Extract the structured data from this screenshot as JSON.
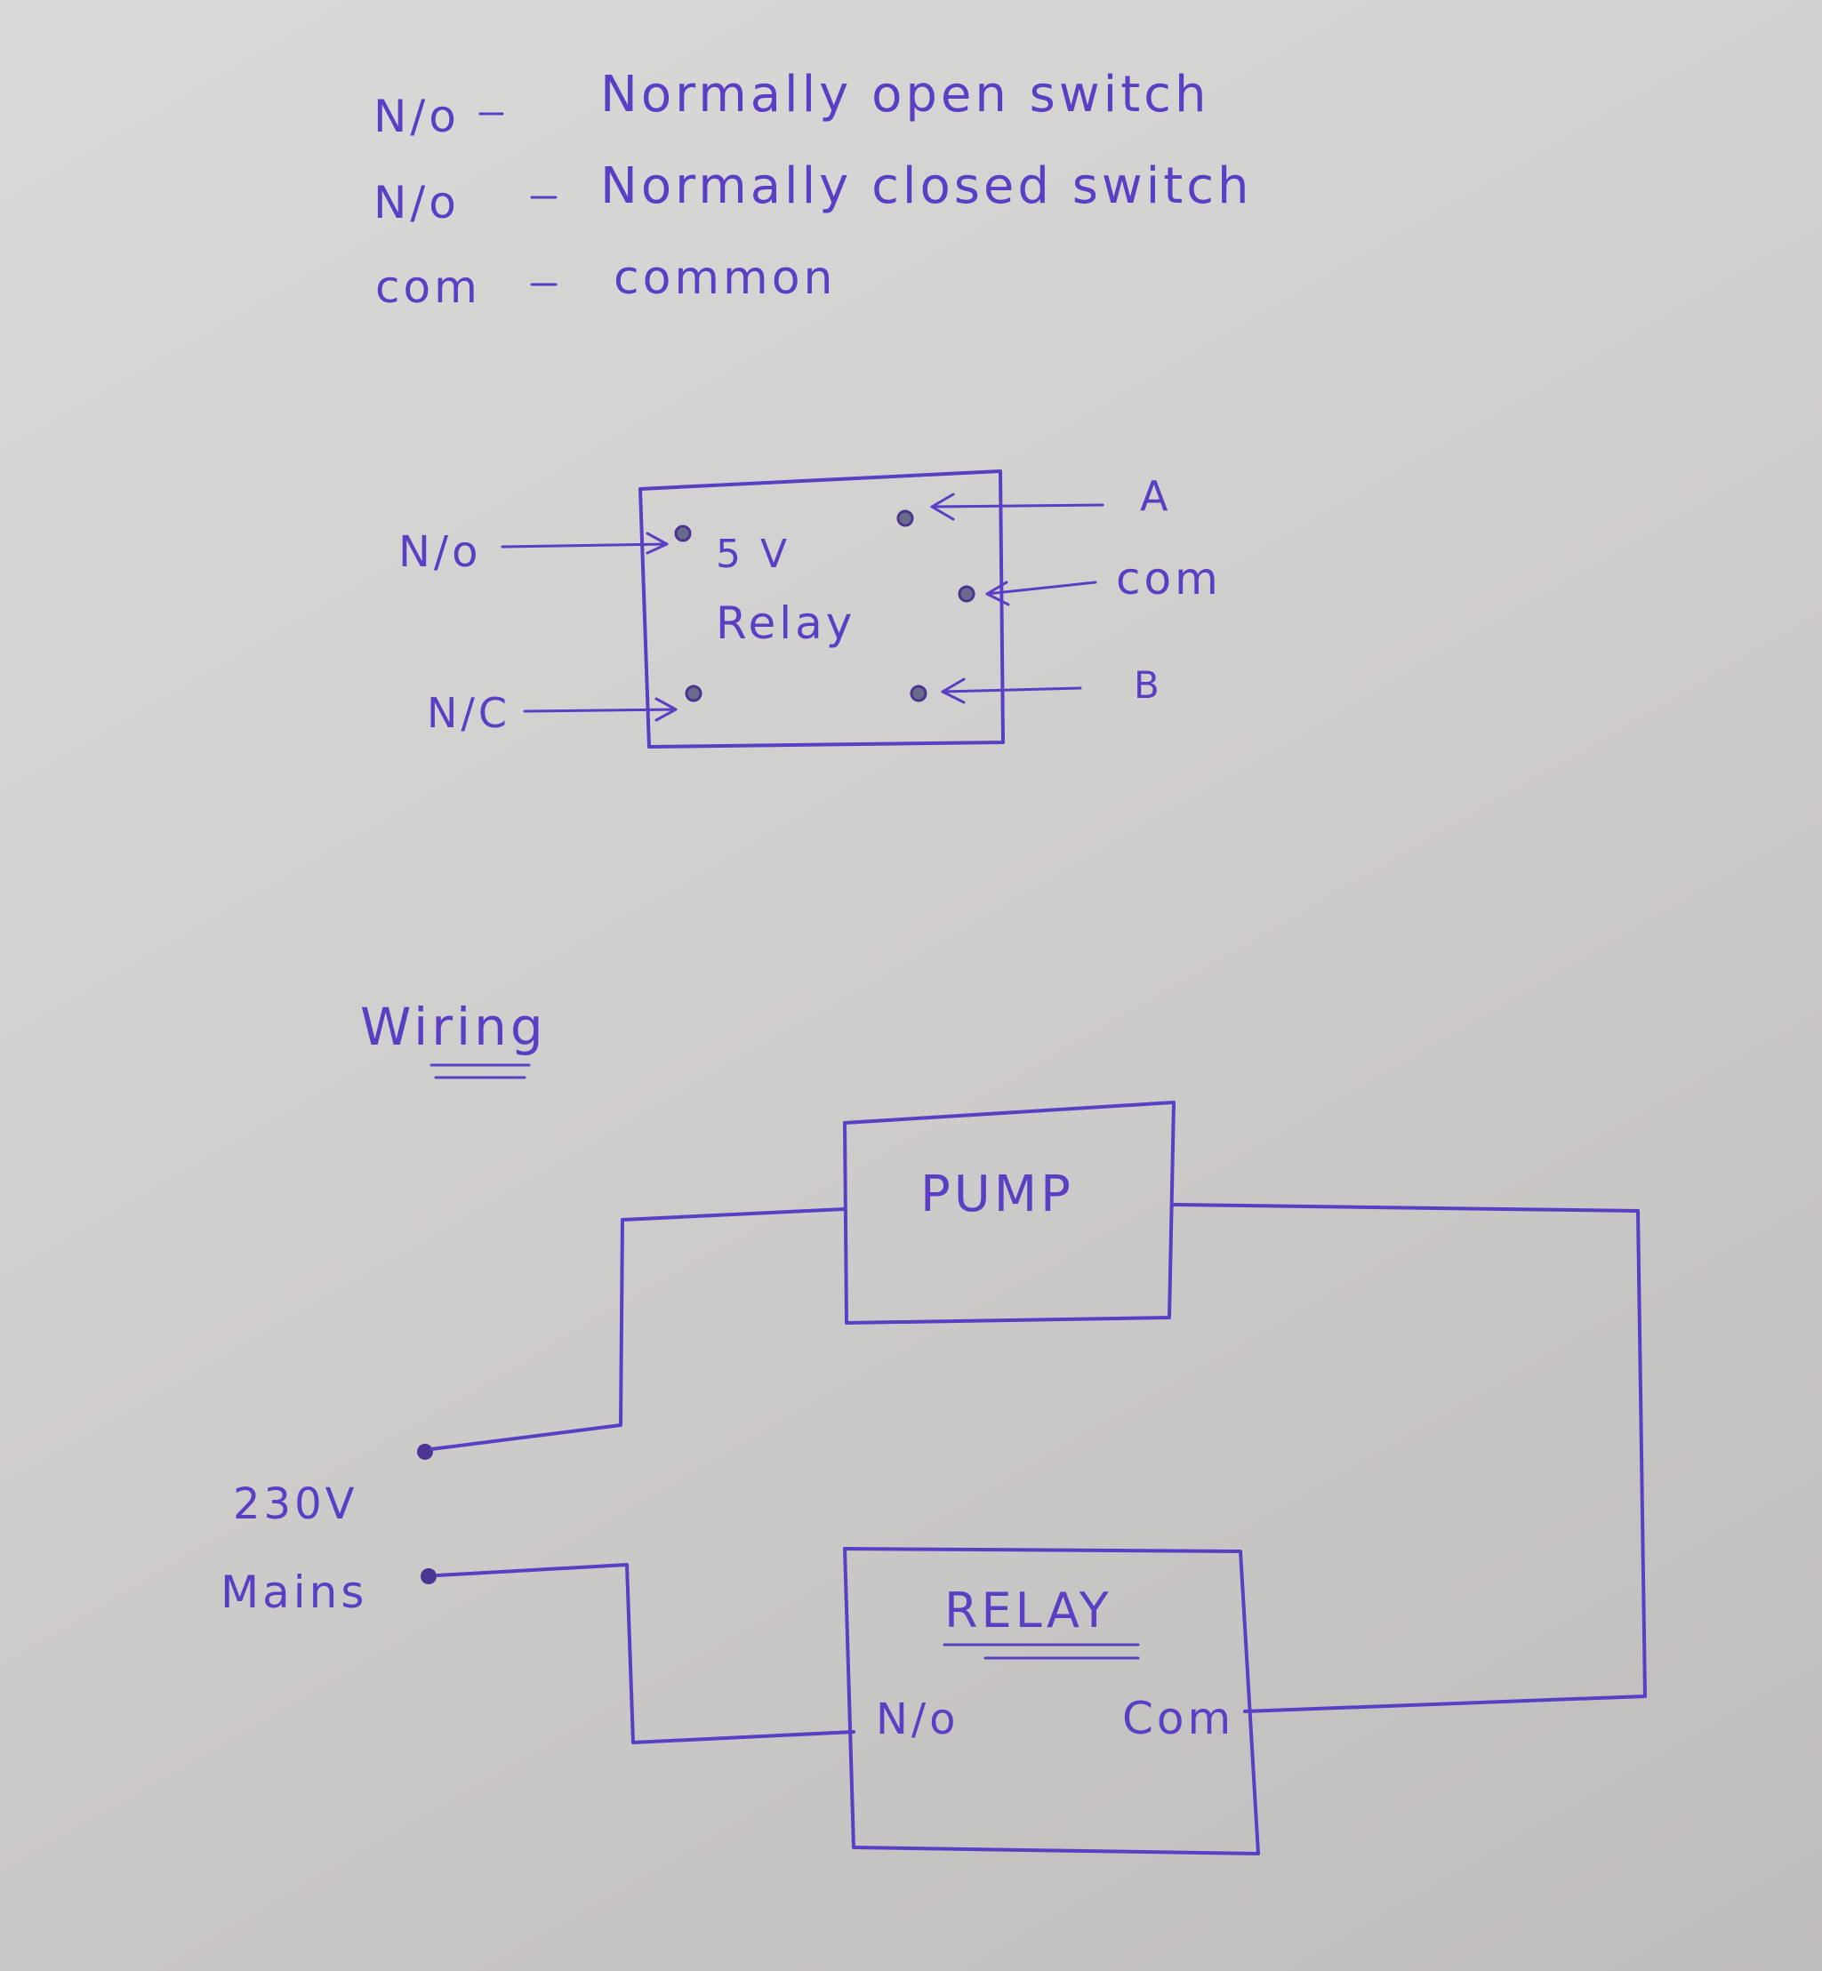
{
  "legend": {
    "no_abbr": "N/o",
    "no_desc": "Normally open switch",
    "nc_abbr": "N/o",
    "nc_desc": "Normally closed switch",
    "com_abbr": "com",
    "com_desc": "common"
  },
  "relay_pinout": {
    "label_line1": "5 V",
    "label_line2": "Relay",
    "left_top": "N/o",
    "left_bottom": "N/C",
    "right_top": "A",
    "right_middle": "com",
    "right_bottom": "B"
  },
  "wiring": {
    "heading": "Wiring",
    "pump": "PUMP",
    "relay": "RELAY",
    "relay_no": "N/o",
    "relay_com": "Com",
    "supply_voltage": "230V",
    "supply_label": "Mains"
  },
  "colors": {
    "ink": "#5a3fc4",
    "paper": "#d2d0cf"
  }
}
